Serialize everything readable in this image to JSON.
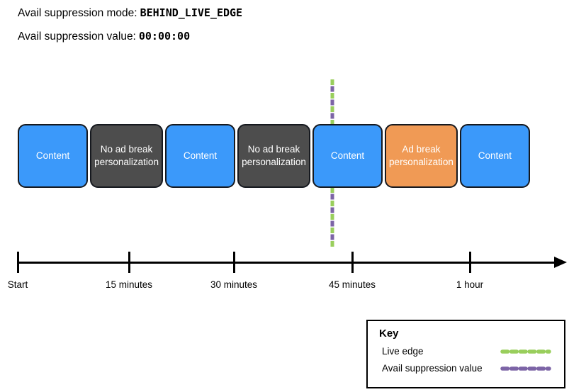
{
  "header": {
    "mode_label": "Avail suppression mode:",
    "mode_value": "BEHIND_LIVE_EDGE",
    "value_label": "Avail suppression value:",
    "value_value": "00:00:00"
  },
  "timeline": {
    "blocks": [
      {
        "label": "Content",
        "type": "content"
      },
      {
        "label": "No ad break personalization",
        "type": "no-ad-break"
      },
      {
        "label": "Content",
        "type": "content"
      },
      {
        "label": "No ad break personalization",
        "type": "no-ad-break"
      },
      {
        "label": "Content",
        "type": "content"
      },
      {
        "label": "Ad break personalization",
        "type": "ad-break"
      },
      {
        "label": "Content",
        "type": "content"
      }
    ],
    "axis_ticks": [
      "Start",
      "15 minutes",
      "30 minutes",
      "45 minutes",
      "1 hour"
    ]
  },
  "key": {
    "title": "Key",
    "entries": [
      {
        "label": "Live edge",
        "color": "#99CE5C"
      },
      {
        "label": "Avail suppression value",
        "color": "#7C64A6"
      }
    ]
  },
  "colors": {
    "content_blue": "#3B99FA",
    "no_ad_gray": "#4D4D4D",
    "ad_orange": "#F09A55",
    "live_edge_green": "#99CE5C",
    "suppression_purple": "#7C64A6",
    "block_border": "#16191F"
  }
}
